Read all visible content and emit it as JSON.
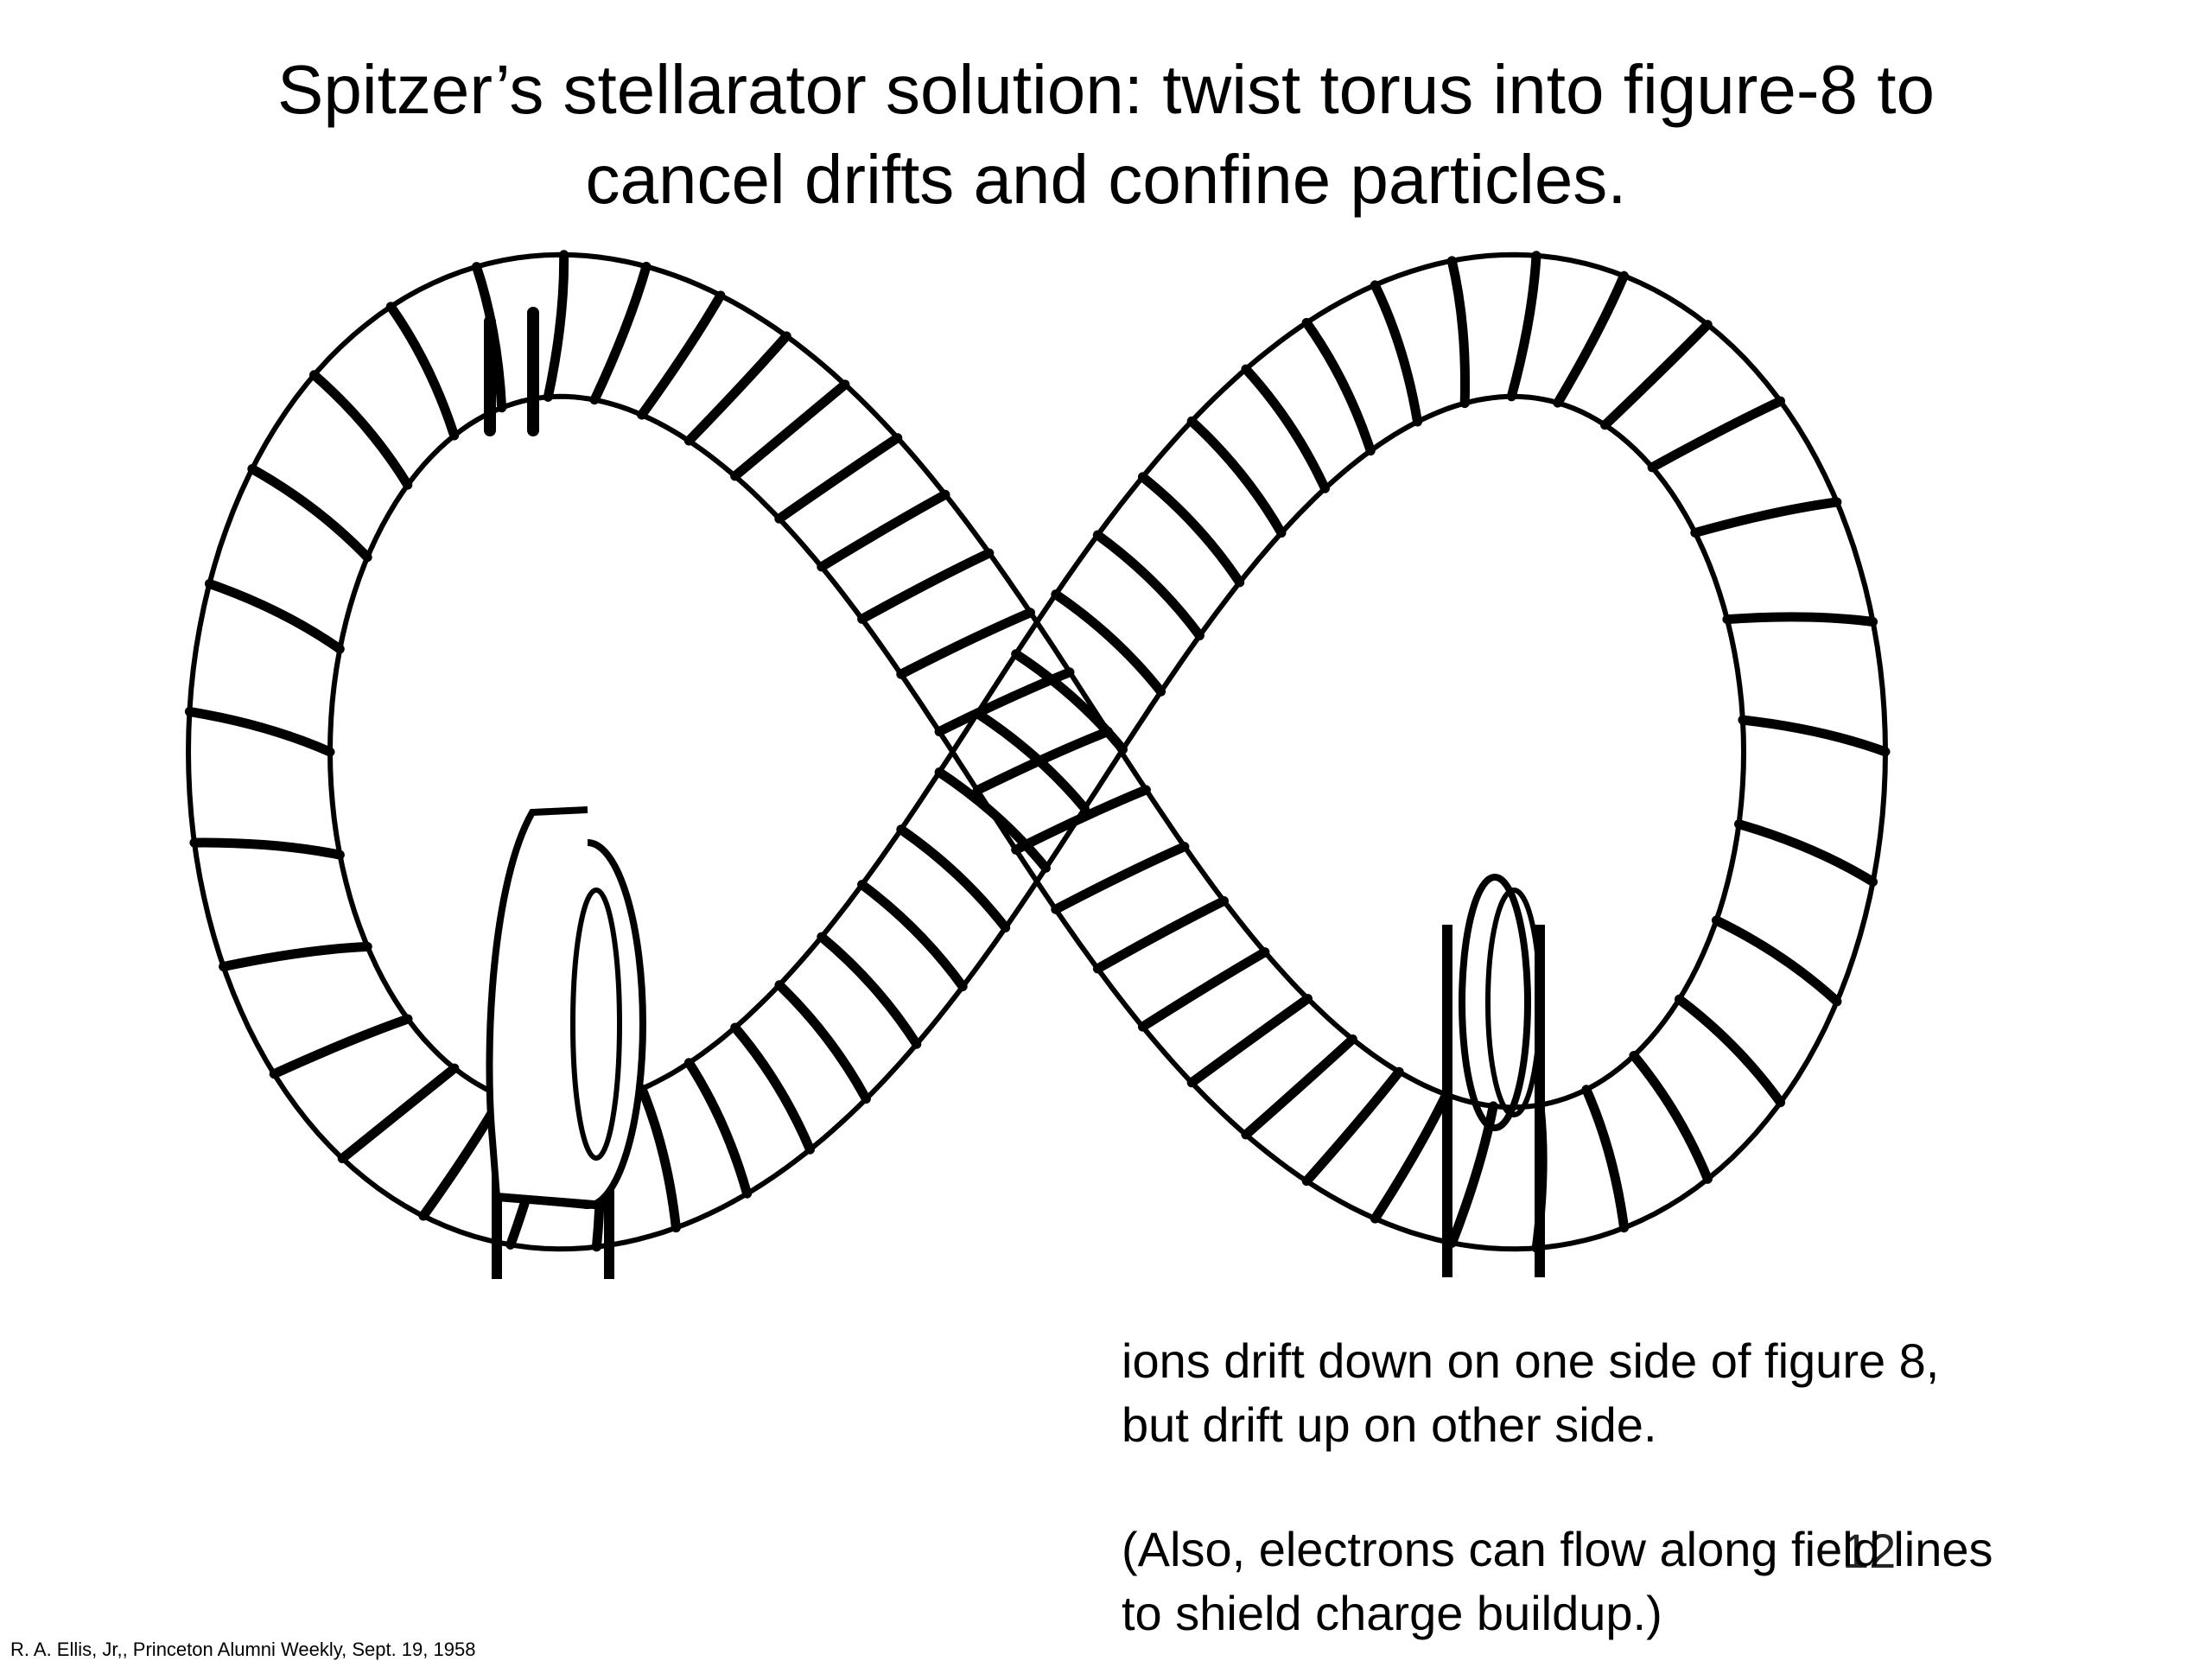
{
  "slide": {
    "title_line1": "Spitzer’s stellarator solution: twist torus into figure-8 to",
    "title_line2": "cancel drifts and confine particles.",
    "body_line1": "ions drift down on one side of figure 8,",
    "body_line2": "but drift up on other side.",
    "body_line3": "(Also, electrons can flow along field lines",
    "body_line4": "to shield charge buildup.)",
    "slide_number": "12",
    "citation": "R. A. Ellis, Jr,, Princeton Alumni Weekly, Sept. 19, 1958"
  },
  "figure": {
    "icon": "figure-8-stellarator-drawing",
    "ink_color": "#000000",
    "background": "#ffffff"
  }
}
